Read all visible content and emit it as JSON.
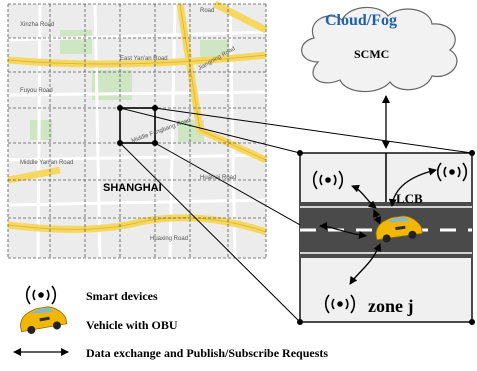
{
  "cloud": {
    "title": "Cloud/Fog",
    "subtitle": "SCMC"
  },
  "zone": {
    "lcb_label": "LCB",
    "zone_label": "zone j"
  },
  "map": {
    "city_label": "SHANGHAI",
    "road_labels": [
      "Road",
      "Jiangning Road",
      "Fuyou Road",
      "East Yan'an Road",
      "Middle Fangbang Road",
      "Huaihai Road",
      "Middle Yan'an Road",
      "Xinzha Road",
      "Huaxing Road"
    ]
  },
  "legend": {
    "smart_devices": "Smart devices",
    "vehicle": "Vehicle with OBU",
    "data_exchange": "Data exchange and Publish/Subscribe Requests"
  },
  "colors": {
    "cloud_title": "#1f5fae",
    "road": "#4a4a4a",
    "car": "#f2b705",
    "map_road": "#f6d860"
  }
}
